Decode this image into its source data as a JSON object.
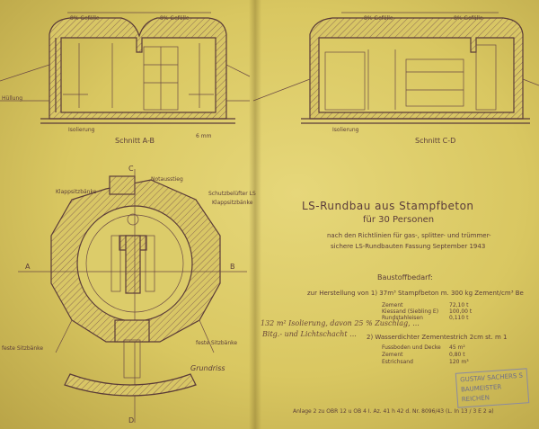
{
  "title": "LS-Rundbau aus Stampfbeton",
  "subtitle": "für 30 Personen",
  "guideline": [
    "nach den Richtlinien für gas-, splitter- und trümmer-",
    "sichere LS-Rundbauten   Fassung September 1943"
  ],
  "materials": {
    "heading": "Baustoffbedarf:",
    "item1": "zur Herstellung von 1) 37m³ Stampfbeton m. 300 kg Zement/cm³ Be",
    "lines": [
      "Zement",
      "Kiessand (Siebling E)",
      "Rundstahleisen"
    ],
    "values": [
      "72,10 t",
      "100,00 t",
      "0,110 t"
    ],
    "handwritten": [
      "132 m² Isolierung, davon 25 % Zuschlag, ...",
      "Bitg.- und Lichtschacht ..."
    ],
    "item2": "2) Wasserdichter Zementestrich 2cm st. m 1",
    "lines2": [
      "Fussboden und Decke",
      "Zement",
      "Estrichsand"
    ],
    "values2": [
      "45 m²",
      "0,80 t",
      "120 m³"
    ]
  },
  "section_ab": {
    "label": "Schnitt A-B",
    "dims": [
      "8% Gefälle",
      "8% Gefälle"
    ],
    "notes": [
      "Hüllung",
      "Isolierung",
      "6 mm"
    ]
  },
  "section_cd": {
    "label": "Schnitt C-D",
    "dims": [
      "8% Gefälle",
      "8% Gefälle"
    ],
    "notes": [
      "Isolierung"
    ]
  },
  "plan": {
    "label": "Grundriss",
    "labels": [
      "Klappsitzbänke",
      "Notausstieg",
      "Schutzbelüfter LS",
      "Klappsitzbänke",
      "feste Sitzbänke",
      "feste Sitzbänke"
    ],
    "axis": [
      "A",
      "B",
      "C",
      "D"
    ]
  },
  "stamp": [
    "GUSTAV SACHERS S",
    "BAUMEISTER",
    "REICHEN"
  ],
  "footer": "Anlage 2 zu OBR 12 u OB 4 I.    Az. 41 h 42 d. Nr. 8096/43 (L. In 13 / 3 E 2 a)"
}
